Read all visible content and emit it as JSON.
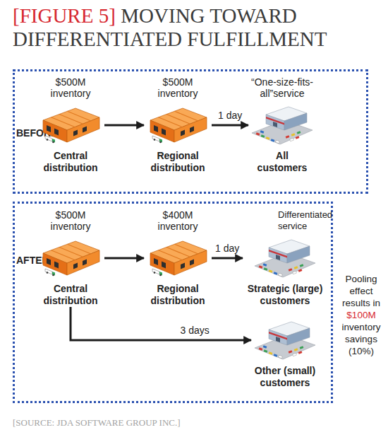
{
  "diagram": {
    "title": "MOVING TOWARD DIFFERENTIATED FULFILLMENT",
    "nodes": [
      {
        "text": [
          "BEFORE"
        ]
      },
      {
        "text": [
          "$500M inventory",
          "Central distribution"
        ],
        "in": 0
      },
      {
        "text": [
          "$500M inventory",
          "Regional distribution"
        ],
        "in": 0
      },
      {
        "text": [
          "“One-size-fits-all”service",
          "All customers"
        ],
        "in": 0
      },
      {
        "text": [
          "AFTER"
        ]
      },
      {
        "text": [
          "$500M inventory",
          "Central distribution"
        ],
        "in": 4
      },
      {
        "text": [
          "$400M inventory",
          "Regional distribution"
        ],
        "in": 4
      },
      {
        "text": [
          "Differentiated service",
          "Strategic (large) customers"
        ],
        "in": 4
      },
      {
        "text": [
          "Other (small) customers"
        ],
        "in": 4
      }
    ],
    "edges": [
      {
        "from": 1,
        "to": 2,
        "arrow": "to"
      },
      {
        "from": 2,
        "to": 3,
        "label": "1 day",
        "arrow": "to"
      },
      {
        "from": 5,
        "to": 6,
        "arrow": "to"
      },
      {
        "from": 6,
        "to": 7,
        "label": "1 day",
        "arrow": "to"
      },
      {
        "from": 5,
        "to": 8,
        "label": "3 days",
        "arrow": "to"
      }
    ],
    "labels": [
      "[FIGURE 5]",
      "Pooling effect results in",
      "$100M",
      "inventory savings (10%)",
      "[SOURCE: JDA SOFTWARE GROUP INC.]"
    ]
  }
}
